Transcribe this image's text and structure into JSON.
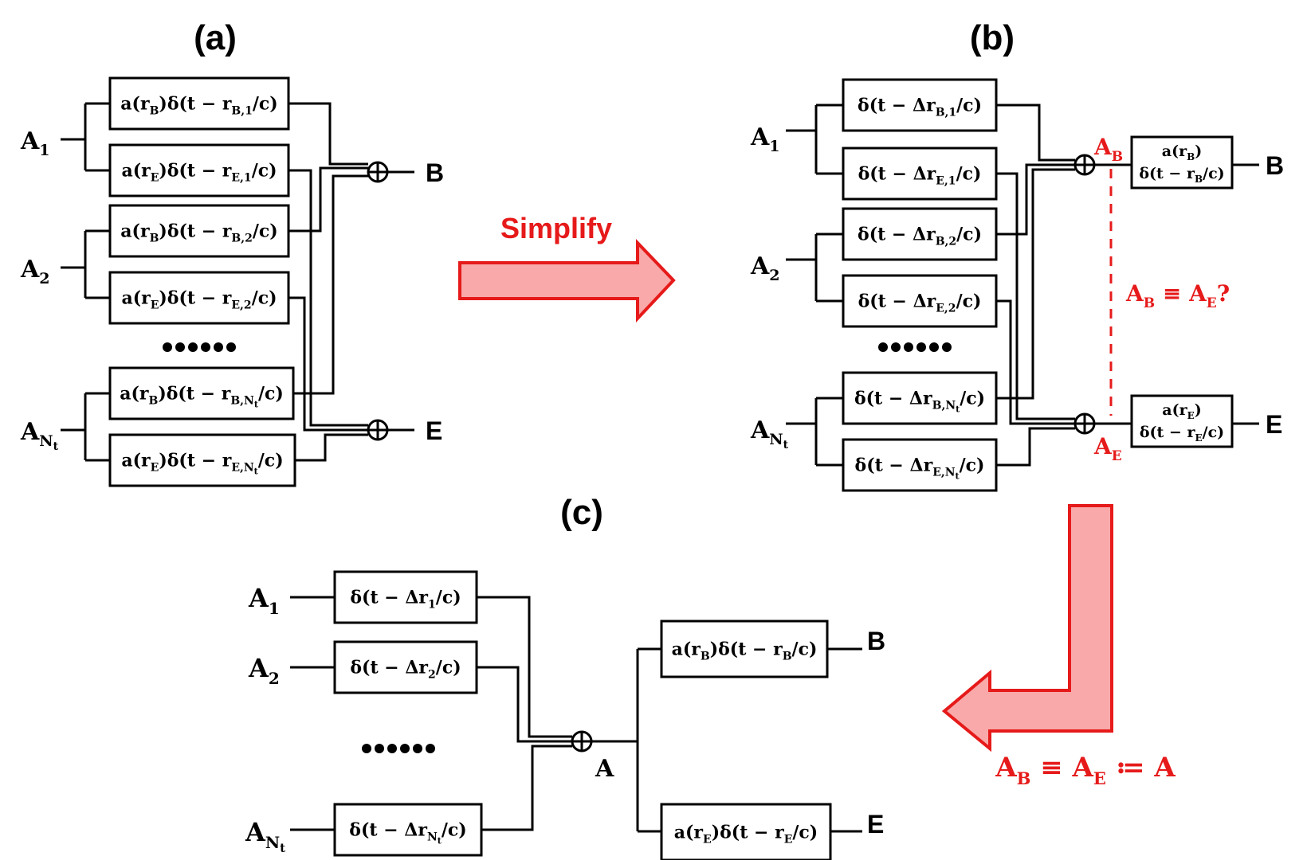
{
  "panels": {
    "a": {
      "label": "(a)"
    },
    "b": {
      "label": "(b)"
    },
    "c": {
      "label": "(c)"
    }
  },
  "arrows": {
    "simplify_label": "Simplify",
    "merge_label": "A_B ≡ A_E ≔ A"
  },
  "outputs": {
    "bob": "B",
    "eve": "E"
  },
  "panel_a": {
    "inputs": [
      "A_1",
      "A_2",
      "A_{N_t}"
    ],
    "boxes": [
      "a(r_B)δ(t − r_{B,1}/c)",
      "a(r_E)δ(t − r_{E,1}/c)",
      "a(r_B)δ(t − r_{B,2}/c)",
      "a(r_E)δ(t − r_{E,2}/c)",
      "a(r_B)δ(t − r_{B,N_t}/c)",
      "a(r_E)δ(t − r_{E,N_t}/c)"
    ]
  },
  "panel_b": {
    "inputs": [
      "A_1",
      "A_2",
      "A_{N_t}"
    ],
    "boxes": [
      "δ(t − Δr_{B,1}/c)",
      "δ(t − Δr_{E,1}/c)",
      "δ(t − Δr_{B,2}/c)",
      "δ(t − Δr_{E,2}/c)",
      "δ(t − Δr_{B,N_t}/c)",
      "δ(t − Δr_{E,N_t}/c)"
    ],
    "node_bob": "A_B",
    "node_eve": "A_E",
    "out_box_bob": [
      "a(r_B)",
      "δ(t − r_B/c)"
    ],
    "out_box_eve": [
      "a(r_E)",
      "δ(t − r_E/c)"
    ],
    "question": "A_B ≡ A_E?"
  },
  "panel_c": {
    "inputs": [
      "A_1",
      "A_2",
      "A_{N_t}"
    ],
    "boxes": [
      "δ(t − Δr_1/c)",
      "δ(t − Δr_2/c)",
      "δ(t − Δr_{N_t}/c)"
    ],
    "node": "A",
    "out_box_bob": "a(r_B)δ(t − r_B/c)",
    "out_box_eve": "a(r_E)δ(t − r_E/c)"
  },
  "colors": {
    "accent": "#e61a1a",
    "arrow_fill": "#f9a9a9",
    "ink": "#000000"
  }
}
